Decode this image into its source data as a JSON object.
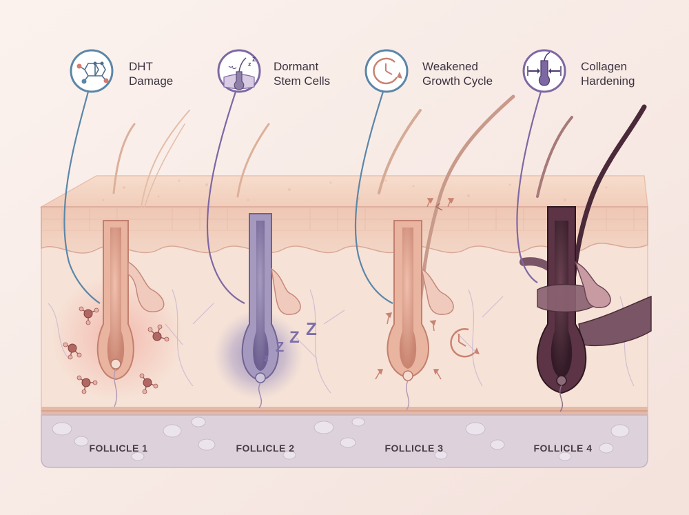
{
  "callouts": [
    {
      "id": "dht",
      "line1": "DHT",
      "line2": "Damage",
      "icon": "molecule-icon",
      "ring_color": "#5b86a8"
    },
    {
      "id": "dormant",
      "line1": "Dormant",
      "line2": "Stem Cells",
      "icon": "sleeping-follicle-icon",
      "ring_color": "#7d68a3"
    },
    {
      "id": "weakened",
      "line1": "Weakened",
      "line2": "Growth Cycle",
      "icon": "cycle-clock-icon",
      "ring_color": "#5b86a8"
    },
    {
      "id": "collagen",
      "line1": "Collagen",
      "line2": "Hardening",
      "icon": "compressed-follicle-icon",
      "ring_color": "#7d68a3"
    }
  ],
  "follicles": [
    {
      "label": "FOLLICLE 1"
    },
    {
      "label": "FOLLICLE 2"
    },
    {
      "label": "FOLLICLE 3"
    },
    {
      "label": "FOLLICLE 4"
    }
  ],
  "colors": {
    "background": "#f8ebe6",
    "epidermis": "#f1cfc0",
    "dermis": "#f6e2d6",
    "fat_layer": "#ddd2dc",
    "follicle_healthy": "#dca08c",
    "follicle_dormant": "#8e80a6",
    "follicle_hardened": "#4d2c3a",
    "dht_glow": "#f2a8a0",
    "sleep_glow": "#8f84b8"
  }
}
